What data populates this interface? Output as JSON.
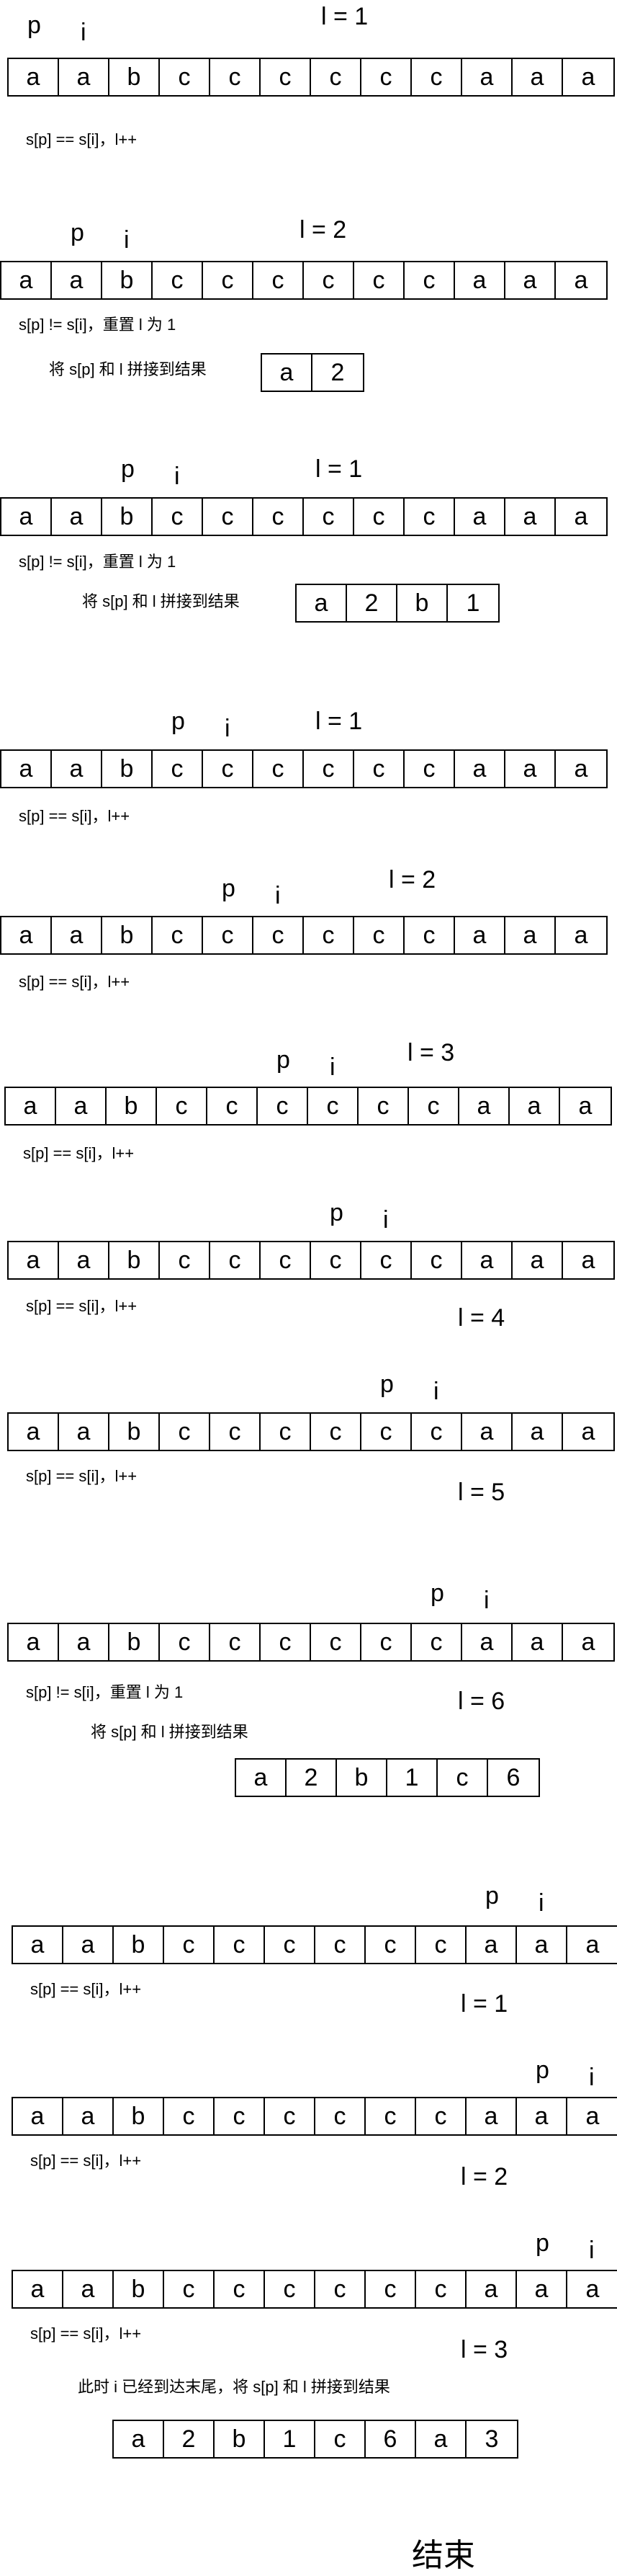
{
  "string": [
    "a",
    "a",
    "b",
    "c",
    "c",
    "c",
    "c",
    "c",
    "c",
    "a",
    "a",
    "a"
  ],
  "labels": {
    "p": "p",
    "i": "i",
    "end": "结束"
  },
  "steps": [
    {
      "p": 1,
      "i": 2,
      "l": "l = 1",
      "note": "s[p] == s[i]，l++",
      "result": []
    },
    {
      "p": 2,
      "i": 3,
      "l": "l = 2",
      "note": "s[p] != s[i]，重置 l 为 1",
      "note2": "将 s[p] 和 l 拼接到结果",
      "result": [
        "a",
        "2"
      ]
    },
    {
      "p": 3,
      "i": 4,
      "l": "l = 1",
      "note": "s[p] != s[i]，重置 l 为 1",
      "note2": "将 s[p] 和 l 拼接到结果",
      "result": [
        "a",
        "2",
        "b",
        "1"
      ]
    },
    {
      "p": 4,
      "i": 5,
      "l": "l = 1",
      "note": "s[p] == s[i]，l++",
      "result": []
    },
    {
      "p": 5,
      "i": 6,
      "l": "l = 2",
      "note": "s[p] == s[i]，l++",
      "result": []
    },
    {
      "p": 6,
      "i": 7,
      "l": "l = 3",
      "note": "s[p] == s[i]，l++",
      "result": []
    },
    {
      "p": 7,
      "i": 8,
      "l": "l = 4",
      "note": "s[p] == s[i]，l++",
      "result": []
    },
    {
      "p": 8,
      "i": 9,
      "l": "l = 5",
      "note": "s[p] == s[i]，l++",
      "result": []
    },
    {
      "p": 9,
      "i": 10,
      "l": "l = 6",
      "note": "s[p] != s[i]，重置 l 为 1",
      "note2": "将 s[p] 和 l 拼接到结果",
      "result": [
        "a",
        "2",
        "b",
        "1",
        "c",
        "6"
      ]
    },
    {
      "p": 10,
      "i": 11,
      "l": "l = 1",
      "note": "s[p] == s[i]，l++",
      "result": []
    },
    {
      "p": 11,
      "i": 12,
      "l": "l = 2",
      "note": "s[p] == s[i]，l++",
      "result": []
    },
    {
      "p": 11,
      "i": 12,
      "l": "l = 3",
      "note": "s[p] == s[i]，l++",
      "note2": "此时 i 已经到达末尾，将 s[p] 和 l 拼接到结果",
      "result": [
        "a",
        "2",
        "b",
        "1",
        "c",
        "6",
        "a",
        "3"
      ]
    }
  ]
}
